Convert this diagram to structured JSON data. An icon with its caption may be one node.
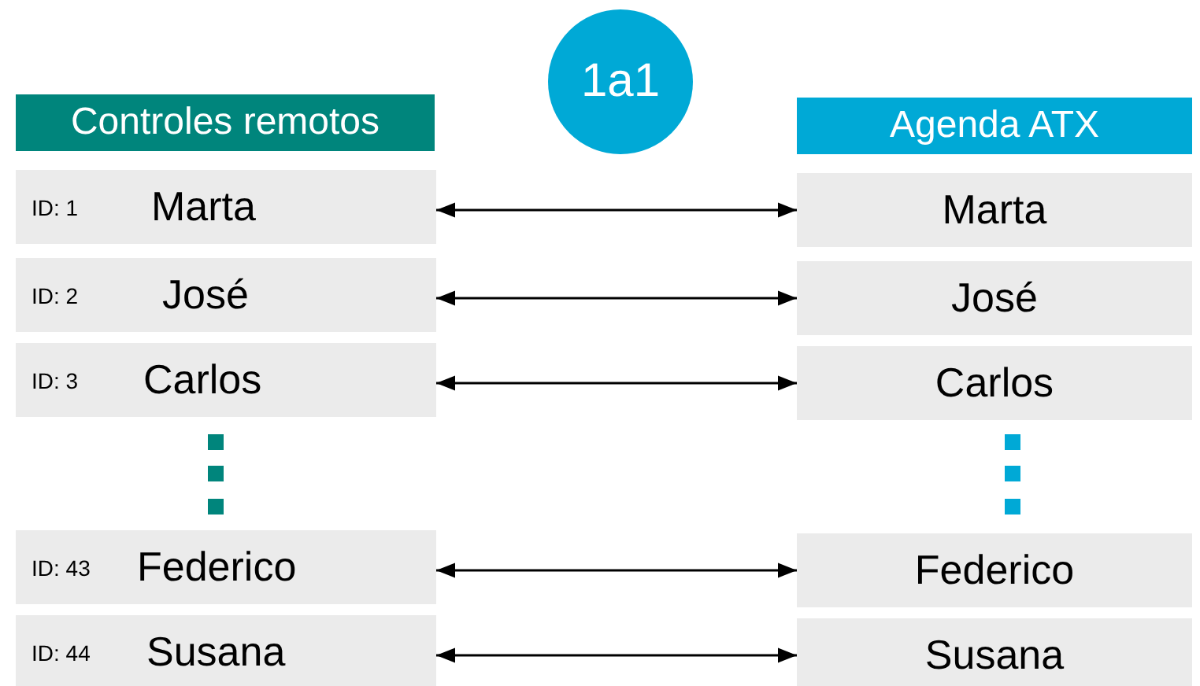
{
  "diagram": {
    "nodes": [
      {
        "text": [
          "Controles remotos"
        ]
      },
      {
        "text": [
          "1a1"
        ]
      },
      {
        "text": [
          "Agenda ATX"
        ]
      },
      {
        "text": [
          "ID: 1",
          "Marta"
        ]
      },
      {
        "text": [
          "Marta"
        ]
      },
      {
        "text": [
          "ID: 2",
          "José"
        ]
      },
      {
        "text": [
          "José"
        ]
      },
      {
        "text": [
          "ID: 3",
          "Carlos"
        ]
      },
      {
        "text": [
          "Carlos"
        ]
      },
      {
        "text": [
          "ID: 43",
          "Federico"
        ]
      },
      {
        "text": [
          "Federico"
        ]
      },
      {
        "text": [
          "ID: 44",
          "Susana"
        ]
      },
      {
        "text": [
          "Susana"
        ]
      }
    ],
    "edges": [
      {
        "from": 3,
        "to": 4,
        "arrow": "both"
      },
      {
        "from": 5,
        "to": 6,
        "arrow": "both"
      },
      {
        "from": 7,
        "to": 8,
        "arrow": "both"
      },
      {
        "from": 9,
        "to": 10,
        "arrow": "both"
      },
      {
        "from": 11,
        "to": 12,
        "arrow": "both"
      }
    ]
  }
}
